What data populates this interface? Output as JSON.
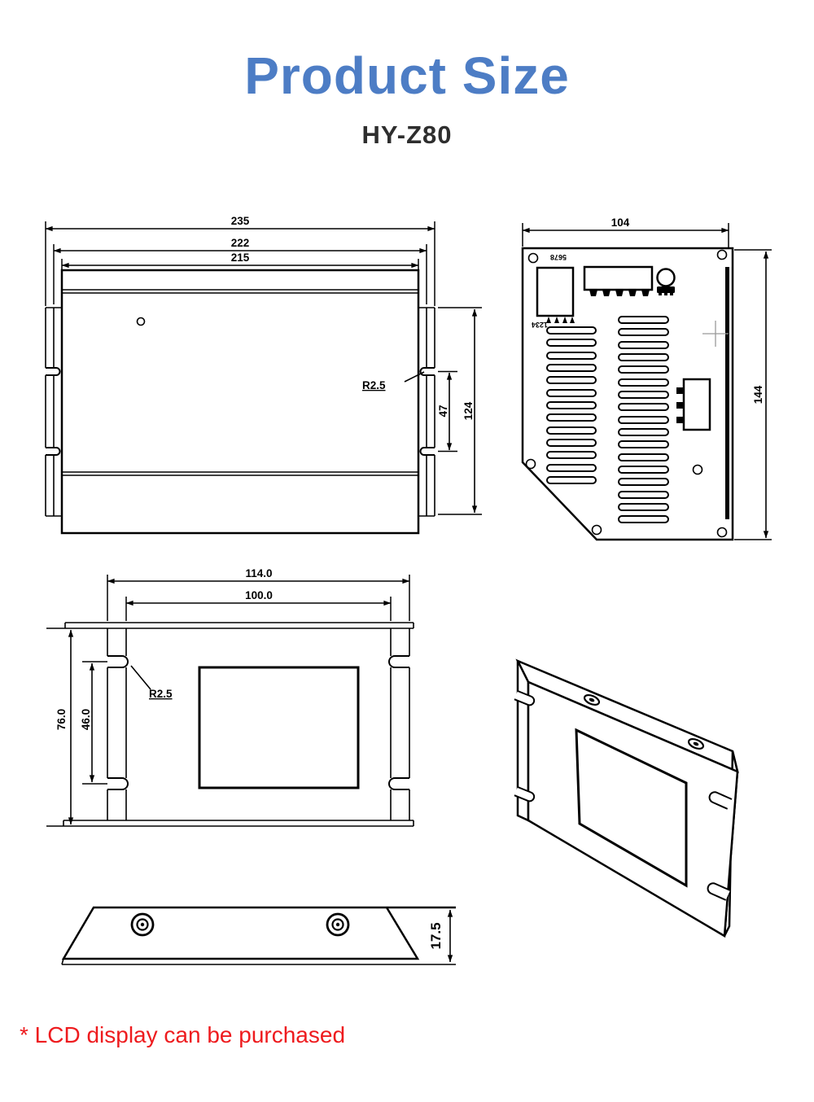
{
  "header": {
    "title": "Product Size",
    "model": "HY-Z80"
  },
  "note": {
    "text": "* LCD display can be purchased"
  },
  "colors": {
    "title_blue": "#4d7dc5",
    "model_text": "#2e2e2e",
    "note_red": "#ee1b1e",
    "drawing_line": "#000000",
    "crosshair_gray": "#999999"
  },
  "views": {
    "top": {
      "dim_width_overall": "235",
      "dim_width_outer": "222",
      "dim_width_body": "215",
      "radius_label": "R2.5",
      "dim_slot_spacing": "47",
      "dim_flange_height": "124"
    },
    "back": {
      "dim_width": "104",
      "dim_height": "144",
      "silk_top": "5678",
      "silk_bottom": "1234"
    },
    "front": {
      "dim_width_overall": "114.0",
      "dim_window_width": "100.0",
      "dim_height_overall": "76.0",
      "dim_window_height": "46.0",
      "radius_label": "R2.5"
    },
    "bottom": {
      "dim_thickness": "17.5"
    }
  }
}
